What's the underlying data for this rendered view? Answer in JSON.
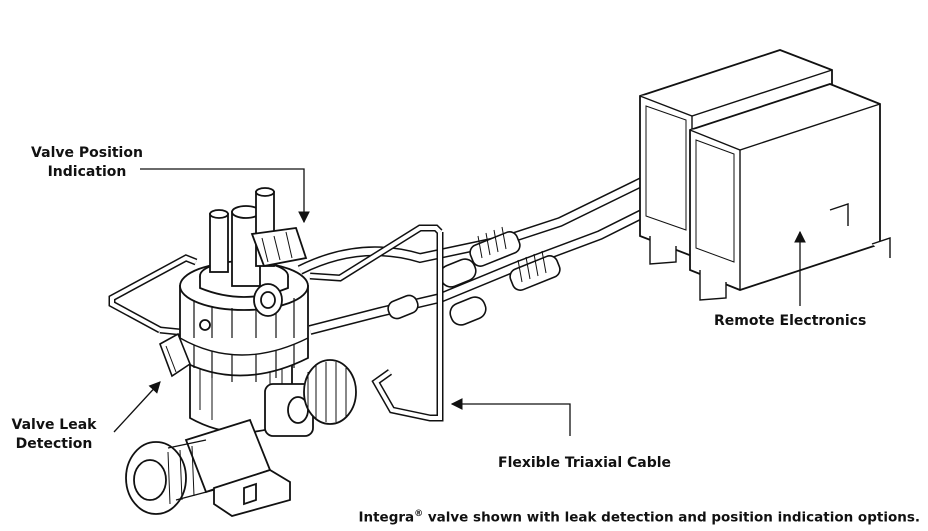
{
  "labels": {
    "valve_position_line1": "Valve Position",
    "valve_position_line2": "Indication",
    "remote_electronics": "Remote Electronics",
    "valve_leak_line1": "Valve Leak",
    "valve_leak_line2": "Detection",
    "flexible_cable": "Flexible Triaxial Cable"
  },
  "caption": {
    "prefix": "Integra",
    "mark": "®",
    "rest": " valve shown with leak detection and position indication options."
  }
}
